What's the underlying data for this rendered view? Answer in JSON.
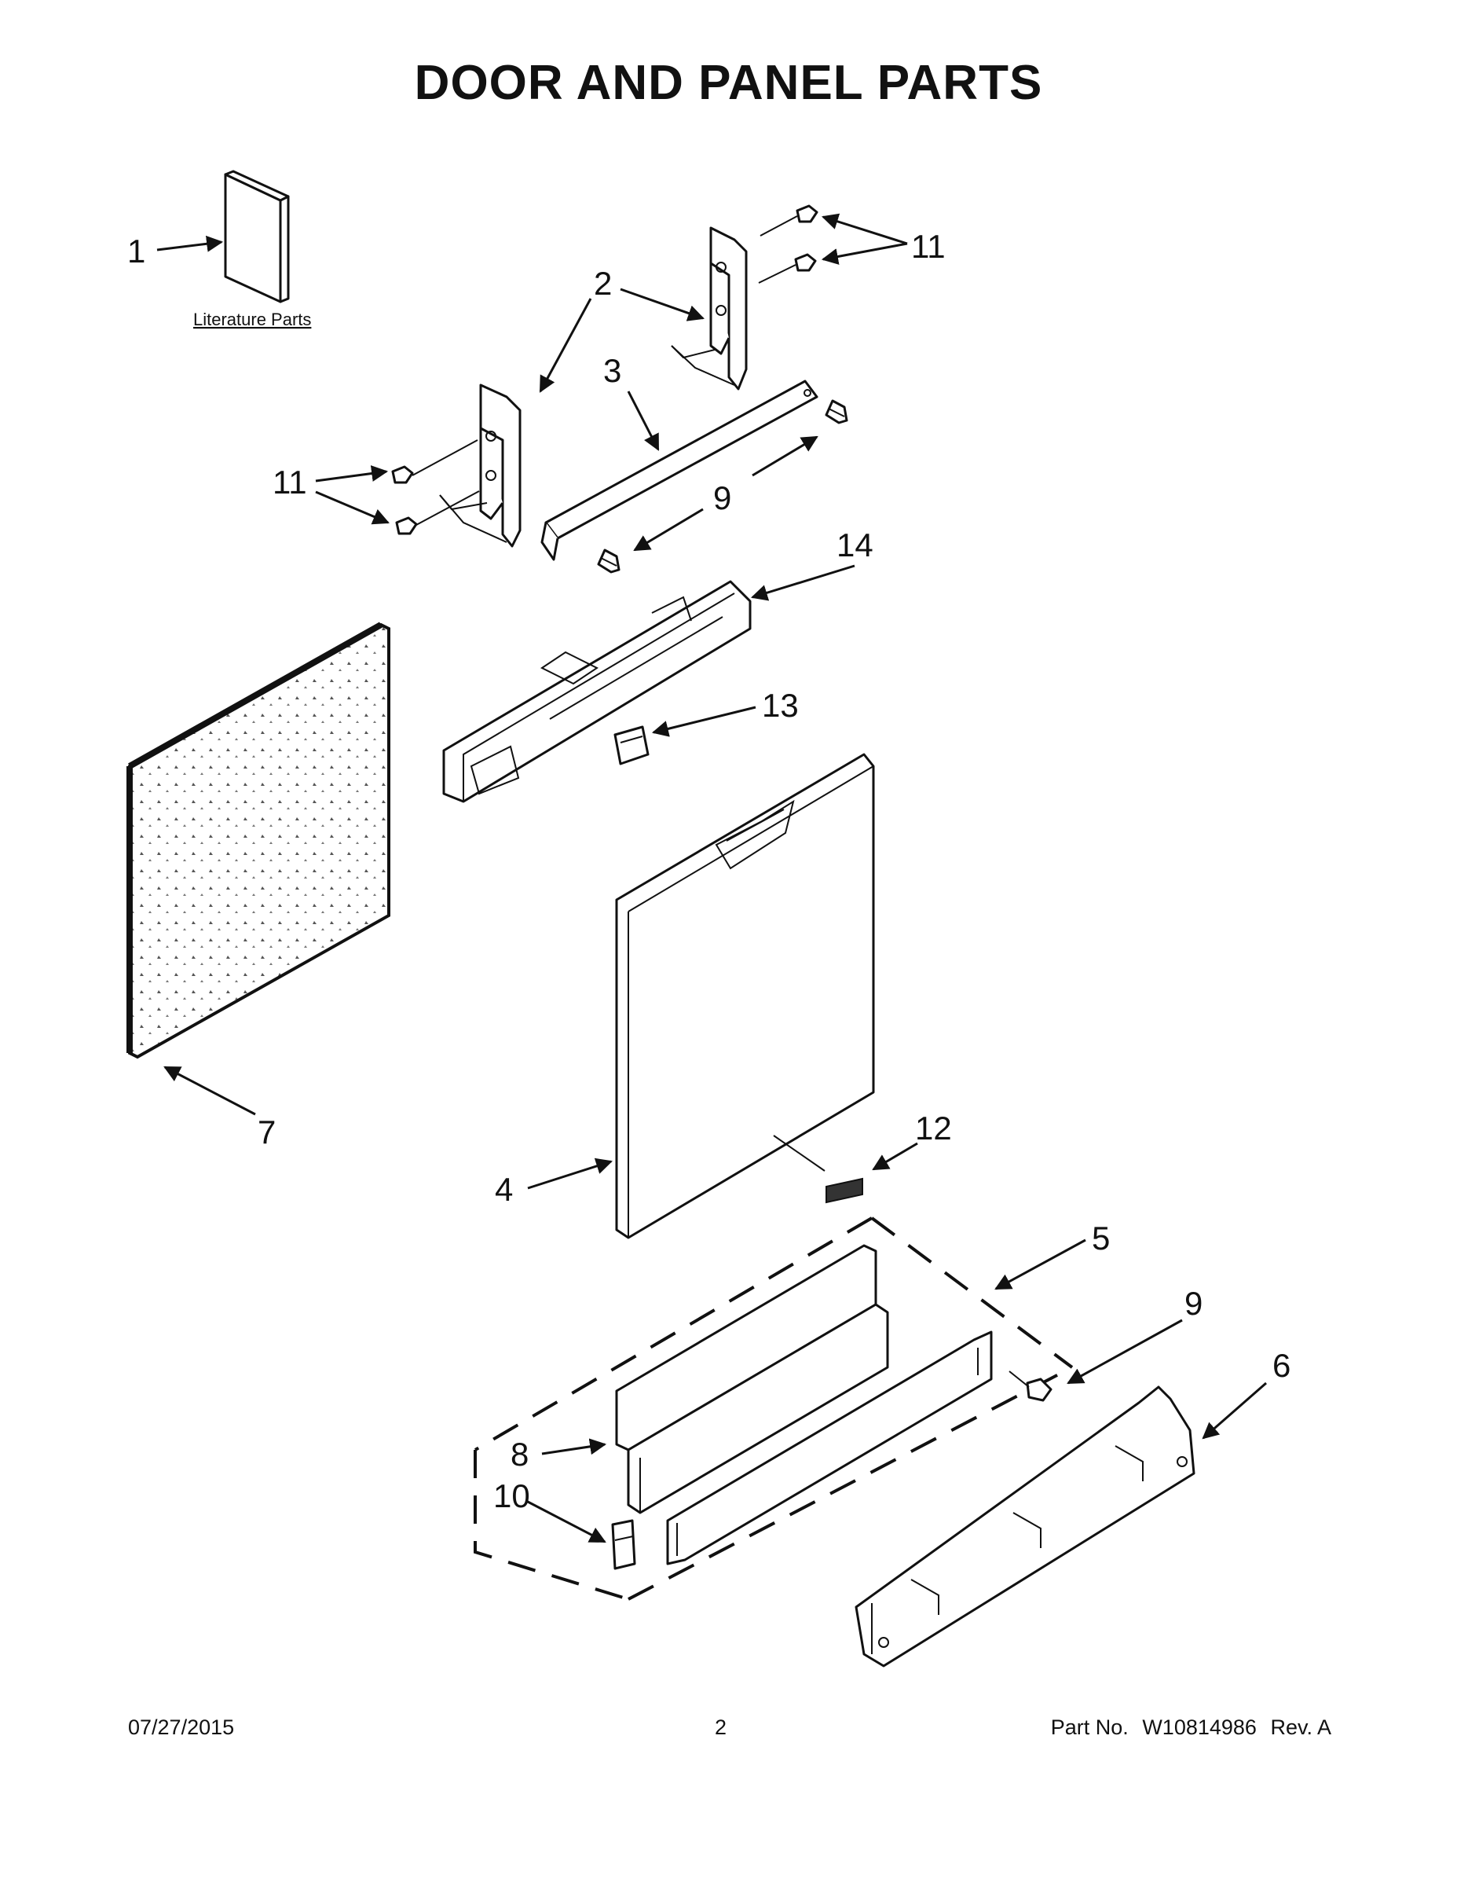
{
  "title": "DOOR AND PANEL PARTS",
  "literature_label": "Literature Parts",
  "callouts": {
    "c1": "1",
    "c2": "2",
    "c3": "3",
    "c4": "4",
    "c5": "5",
    "c6": "6",
    "c7": "7",
    "c8": "8",
    "c9a": "9",
    "c9b": "9",
    "c10": "10",
    "c11a": "11",
    "c11b": "11",
    "c12": "12",
    "c13": "13",
    "c14": "14"
  },
  "footer": {
    "date": "07/27/2015",
    "page": "2",
    "part_label": "Part No.",
    "part_number": "W10814986",
    "rev": "Rev. A"
  }
}
